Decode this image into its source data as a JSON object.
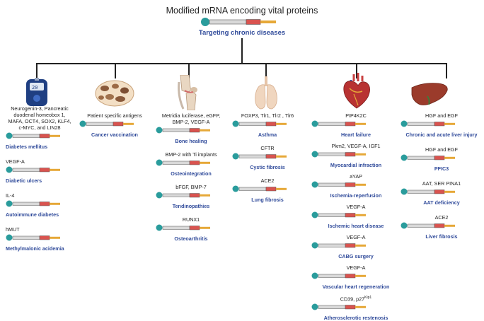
{
  "header": {
    "title": "Modified mRNA encoding vital proteins",
    "subtitle": "Targeting chronic diseases"
  },
  "colors": {
    "cap": "#2a9c9c",
    "utr": "#d9d9d9",
    "orf": "#d9534f",
    "tail": "#e6a838",
    "disease_text": "#2f4a9a"
  },
  "icons": [
    "glucose-meter-icon",
    "cancer-tissue-icon",
    "knee-joint-icon",
    "lung-icon",
    "heart-icon",
    "liver-icon"
  ],
  "columns": [
    {
      "items": [
        {
          "gene": "Neurogenin-3, Pancreatic duodenal homeobox 1, MAFA, OCT4, SOX2, KLF4, c-MYC, and LIN28",
          "disease": "Diabetes mellitus"
        },
        {
          "gene": "VEGF-A",
          "disease": "Diabetic ulcers"
        },
        {
          "gene": "IL-4",
          "disease": "Autoimmune diabetes"
        },
        {
          "gene": "hMUT",
          "disease": "Methylmalonic acidemia"
        }
      ]
    },
    {
      "items": [
        {
          "gene": "Patient specific antigens",
          "disease": "Cancer vaccination"
        }
      ]
    },
    {
      "items": [
        {
          "gene": "Metridia luciferase, eGFP, BMP-2, VEGF-A",
          "disease": "Bone healing"
        },
        {
          "gene": "BMP-2 with Ti implants",
          "disease": "Osteointegration"
        },
        {
          "gene": "bFGF, BMP-7",
          "disease": "Tendinopathies"
        },
        {
          "gene": "RUNX1",
          "disease": "Osteoarthritis"
        }
      ]
    },
    {
      "items": [
        {
          "gene": "FOXP3, Tlr1, Tlr2 , Tlr6",
          "disease": "Asthma"
        },
        {
          "gene": "CFTR",
          "disease": "Cystic fibrosis"
        },
        {
          "gene": "ACE2",
          "disease": "Lung fibrosis"
        }
      ]
    },
    {
      "items": [
        {
          "gene": "PIP4K2C",
          "disease": "Heart failure"
        },
        {
          "gene": "Pkm2, VEGF-A, IGF1",
          "disease": "Myocardial infraction"
        },
        {
          "gene": "aYAP",
          "disease": "Ischemia-reperfusion"
        },
        {
          "gene": "VEGF-A",
          "disease": "Ischemic heart disease"
        },
        {
          "gene": "VEGF-A",
          "disease": "CABG surgery"
        },
        {
          "gene": "VEGF-A",
          "disease": "Vascular heart regeneration"
        },
        {
          "gene": "CD39, p27",
          "gene_sup": "Kip1",
          "disease": "Atherosclerotic restenosis"
        }
      ]
    },
    {
      "items": [
        {
          "gene": "HGF and EGF",
          "disease": "Chronic  and acute liver injury"
        },
        {
          "gene": "HGF and EGF",
          "disease": "PFIC3"
        },
        {
          "gene": "AAT, SER PINA1",
          "disease": "AAT deficiency"
        },
        {
          "gene": "ACE2",
          "disease": "Liver fibrosis"
        }
      ]
    }
  ]
}
